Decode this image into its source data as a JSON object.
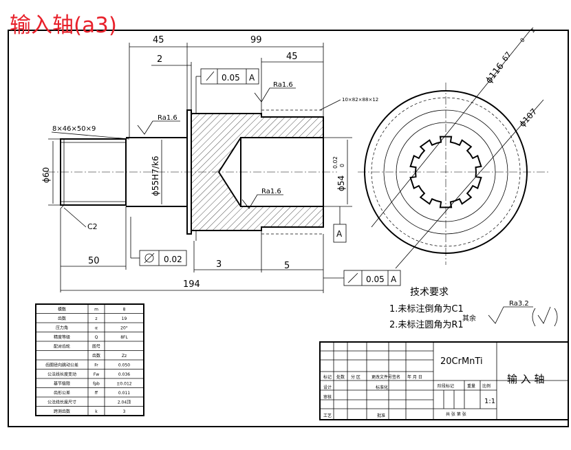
{
  "sheet_title": "输入轴(a3)",
  "dims": {
    "d45_top": "45",
    "d99": "99",
    "d45_right": "45",
    "d2": "2",
    "d50": "50",
    "d3": "3",
    "d5": "5",
    "d194": "194",
    "phi60": "ϕ60",
    "phi55": "ϕ55H7/k6",
    "phi54": "ϕ54",
    "phi54_tol_top": "0.02",
    "phi54_tol_bottom": "0",
    "phi116": "ϕ116",
    "phi116_tol": "67",
    "phi116_tol2": "0",
    "phi116_tol3": "2",
    "phi107": "ϕ107",
    "c2": "C2",
    "spline_left": "8×46×50×9",
    "spline_right": "10×82×88×12"
  },
  "roughness": {
    "ra1": "Ra1.6",
    "ra2": "Ra1.6",
    "ra3": "Ra1.6",
    "other_value": "Ra3.2",
    "other_label": "其余"
  },
  "tolerance_frames": {
    "f1": {
      "symbol": "↗",
      "value": "0.05",
      "datum": "A"
    },
    "f2": {
      "symbol": "⌭",
      "value": "0.02"
    },
    "f3": {
      "symbol": "↗",
      "value": "0.05",
      "datum": "A"
    }
  },
  "datum_a": "A",
  "tech_req": {
    "title": "技术要求",
    "line1": "1.未标注倒角为C1",
    "line2": "2.未标注圆角为R1"
  },
  "params_table": [
    [
      "模数",
      "m",
      "8"
    ],
    [
      "齿数",
      "z",
      "19"
    ],
    [
      "压力角",
      "α",
      "20°"
    ],
    [
      "精度等级",
      "Q",
      "8FL"
    ],
    [
      "配对齿轮",
      "图号",
      ""
    ],
    [
      "",
      "齿数",
      "Zz"
    ],
    [
      "齿圈径向跳动公差",
      "Fr",
      "0.050"
    ],
    [
      "公法线长度变动",
      "Fw",
      "0.036"
    ],
    [
      "基节极限",
      "fpb",
      "±0.012"
    ],
    [
      "齿形公差",
      "ff",
      "0.011"
    ],
    [
      "公法线长度尺寸",
      "",
      "2.04顶"
    ],
    [
      "跨测齿数",
      "k",
      "3"
    ]
  ],
  "title_block": {
    "material": "20CrMnTi",
    "part_name": "输 入 轴",
    "scale": "1:1",
    "row_labels": [
      "标记",
      "处数",
      "分 区",
      "更改文件号",
      "签名",
      "年 月 日"
    ],
    "left_labels": [
      "设计",
      "审核",
      "工艺"
    ],
    "std": "标准化",
    "approve": "批准",
    "stage": "阶段标记",
    "weight": "重量",
    "ratio": "比例",
    "sheets": "共 张 第 张"
  }
}
